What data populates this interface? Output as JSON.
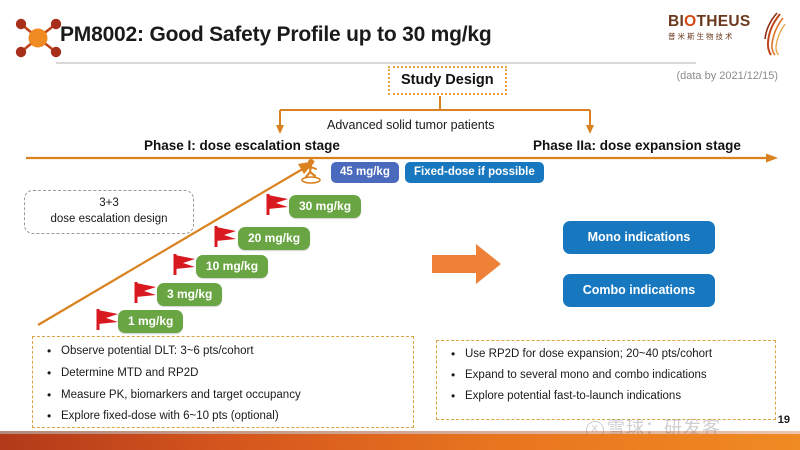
{
  "header": {
    "title": "PM8002: Good Safety Profile up to 30 mg/kg",
    "brand_name_a": "BI",
    "brand_name_o": "O",
    "brand_name_b": "THEUS",
    "brand_cn": "普米斯生物技术",
    "data_note": "(data by 2021/12/15)"
  },
  "study": {
    "box_label": "Study Design",
    "population": "Advanced solid tumor patients",
    "phase_left": "Phase I: dose escalation stage",
    "phase_right": "Phase IIa: dose expansion stage"
  },
  "escalation": {
    "design_line1": "3+3",
    "design_line2": "dose escalation design",
    "doses": [
      {
        "label": "1 mg/kg"
      },
      {
        "label": "3 mg/kg"
      },
      {
        "label": "10 mg/kg"
      },
      {
        "label": "20 mg/kg"
      },
      {
        "label": "30 mg/kg"
      }
    ],
    "top_dose": "45 mg/kg",
    "fixed_dose": "Fixed-dose if possible"
  },
  "expansion": {
    "mono": "Mono indications",
    "combo": "Combo indications"
  },
  "notes_left": [
    "Observe potential DLT: 3~6 pts/cohort",
    "Determine MTD and RP2D",
    "Measure PK, biomarkers and target occupancy",
    "Explore fixed-dose with 6~10 pts (optional)"
  ],
  "notes_right": [
    "Use RP2D for dose expansion; 20~40 pts/cohort",
    "Expand to several mono and combo indications",
    "Explore potential fast-to-launch indications"
  ],
  "footer": {
    "watermark": "雪球：研发客",
    "page_number": "19"
  },
  "colors": {
    "orange": "#d9821f",
    "green": "#6aa544",
    "blue": "#1878bf",
    "blue_dark": "#4a6bbd",
    "red": "#d81920",
    "bullet": "•"
  }
}
